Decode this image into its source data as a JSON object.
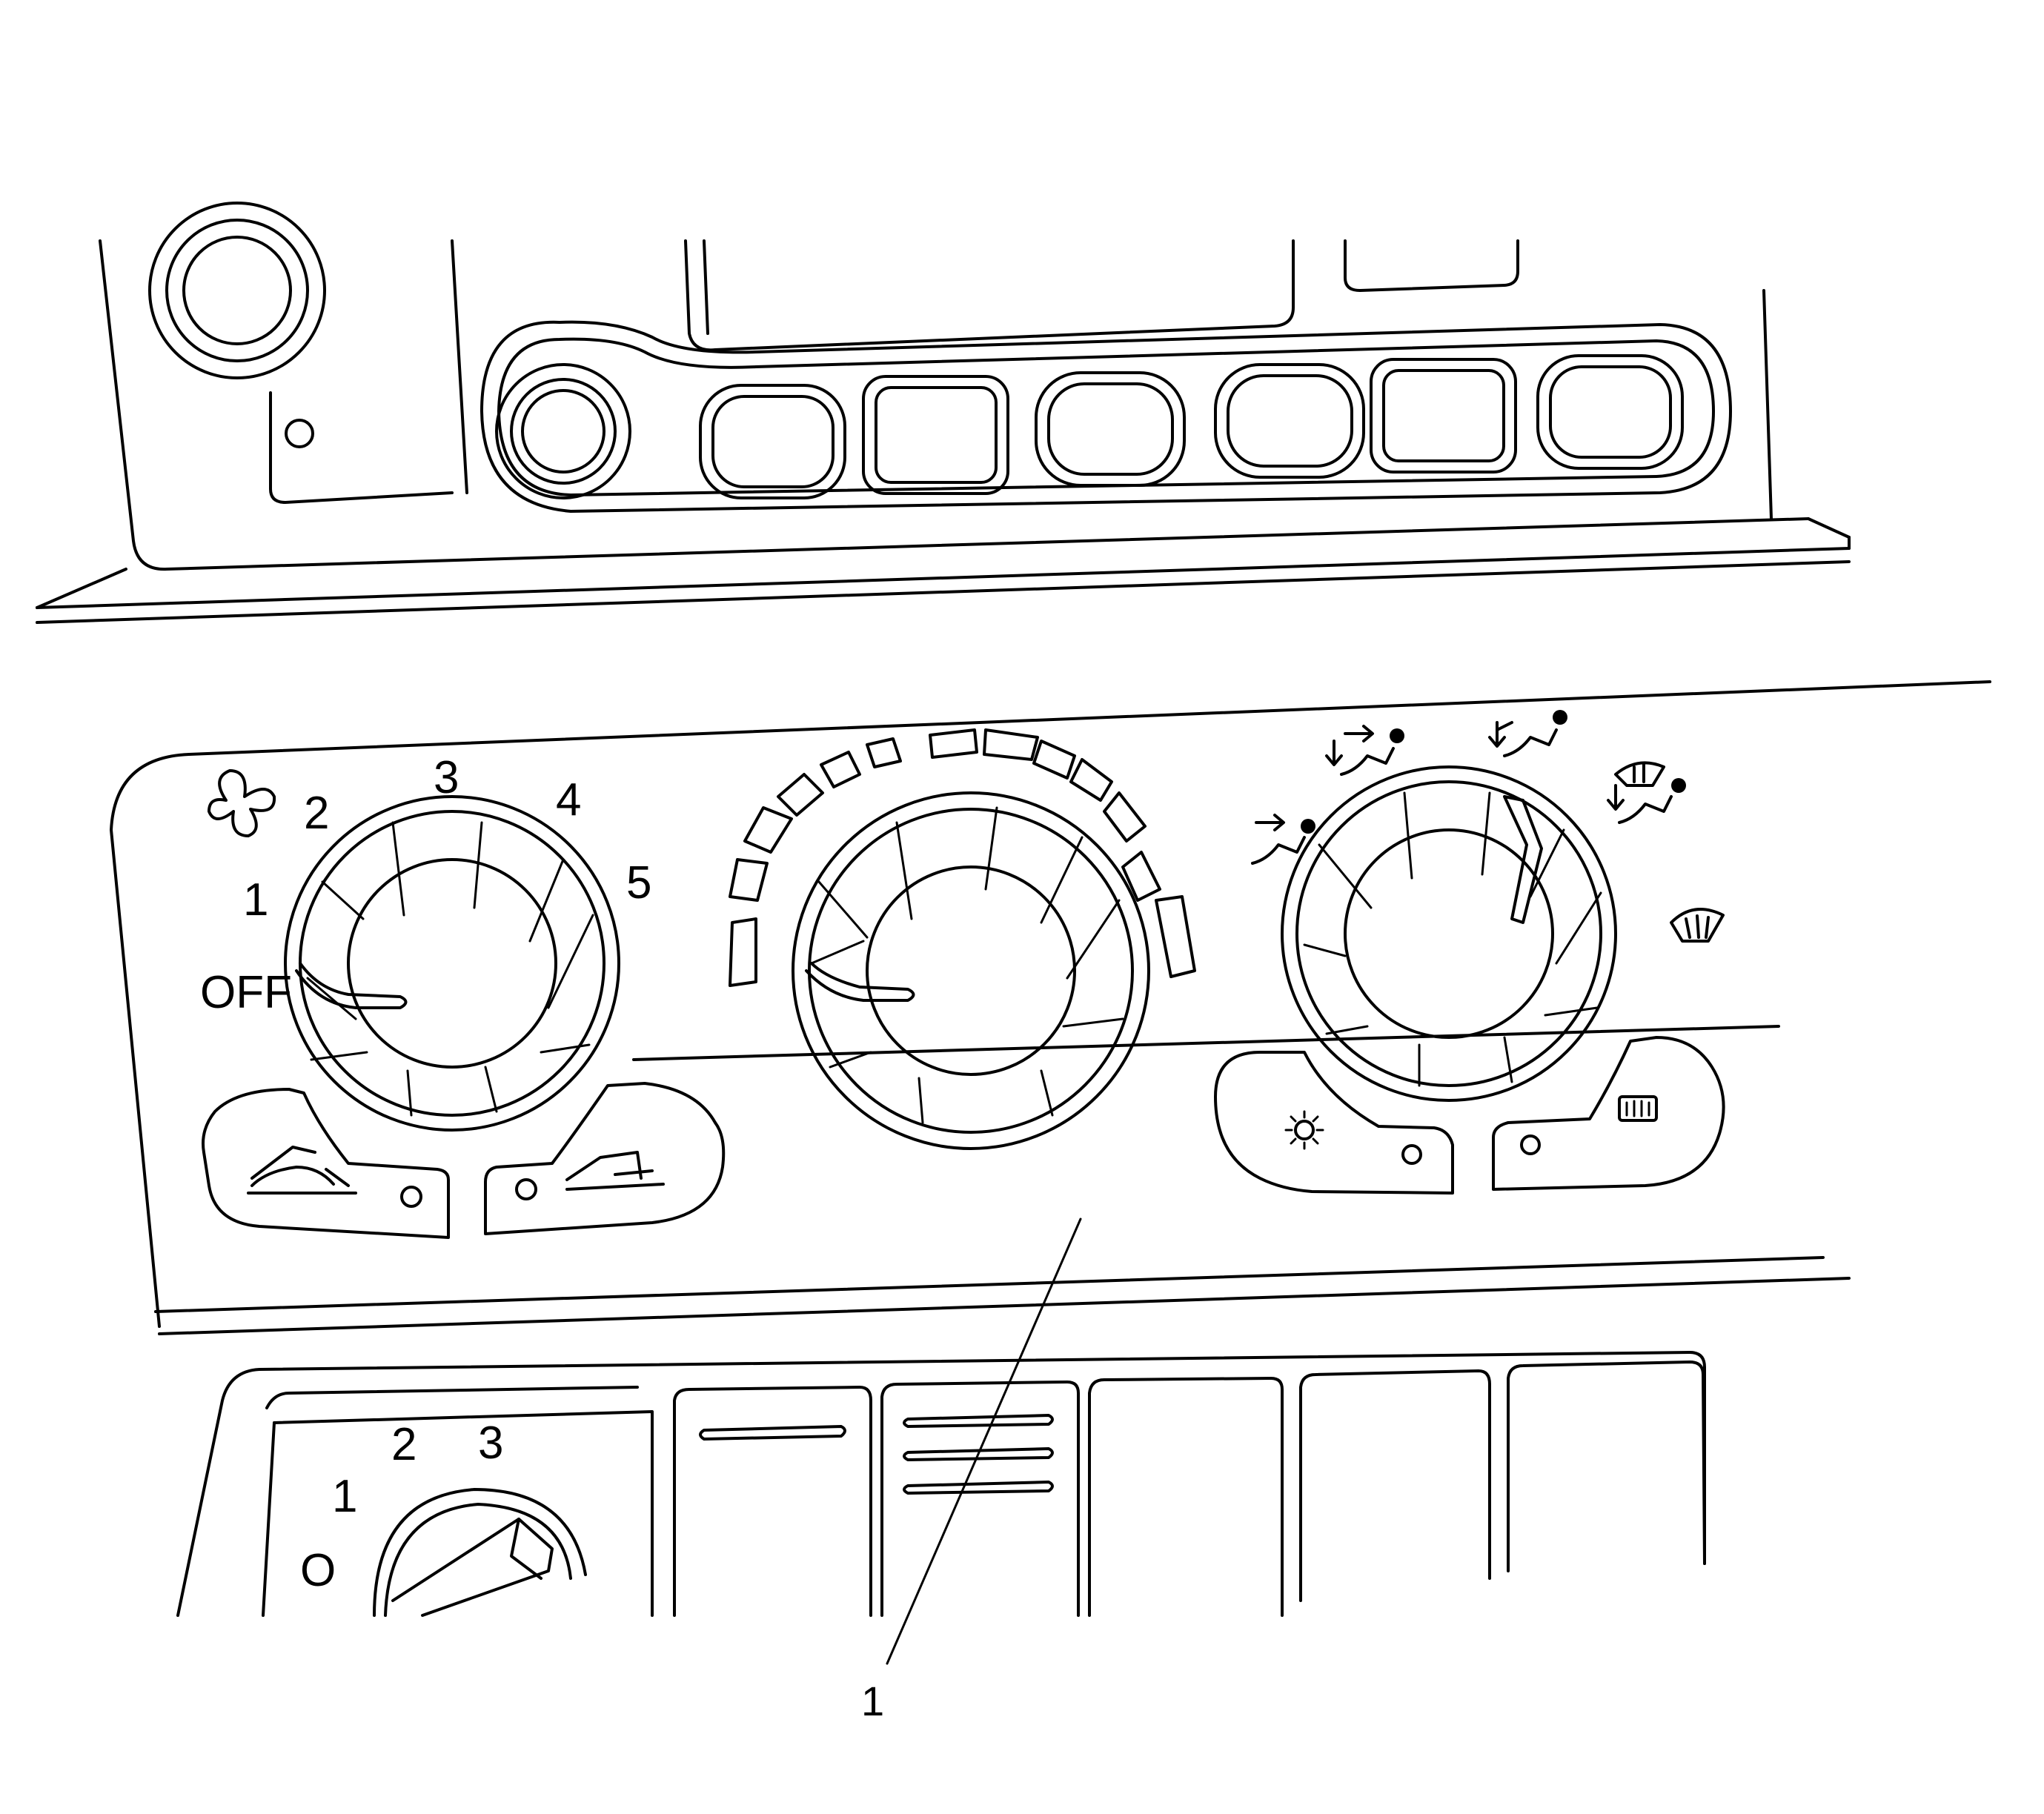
{
  "figure": {
    "callout_label": "1"
  },
  "fan_knob": {
    "scale": [
      "OFF",
      "1",
      "2",
      "3",
      "4",
      "5"
    ],
    "icon": "fan-icon"
  },
  "temperature_knob": {
    "icon": "temperature-segment-arc"
  },
  "mode_knob": {
    "icons": [
      "face-vent-icon",
      "face-and-feet-icon",
      "feet-icon",
      "feet-and-windscreen-icon",
      "windscreen-defrost-icon"
    ]
  },
  "climate_buttons": {
    "left": [
      "recirculation-icon",
      "fresh-air-icon"
    ],
    "right": [
      "air-conditioning-icon",
      "rear-window-demist-icon"
    ]
  },
  "lower_switch": {
    "scale": [
      "O",
      "1",
      "2",
      "3"
    ]
  },
  "colors": {
    "line": "#000000",
    "background": "#ffffff"
  }
}
